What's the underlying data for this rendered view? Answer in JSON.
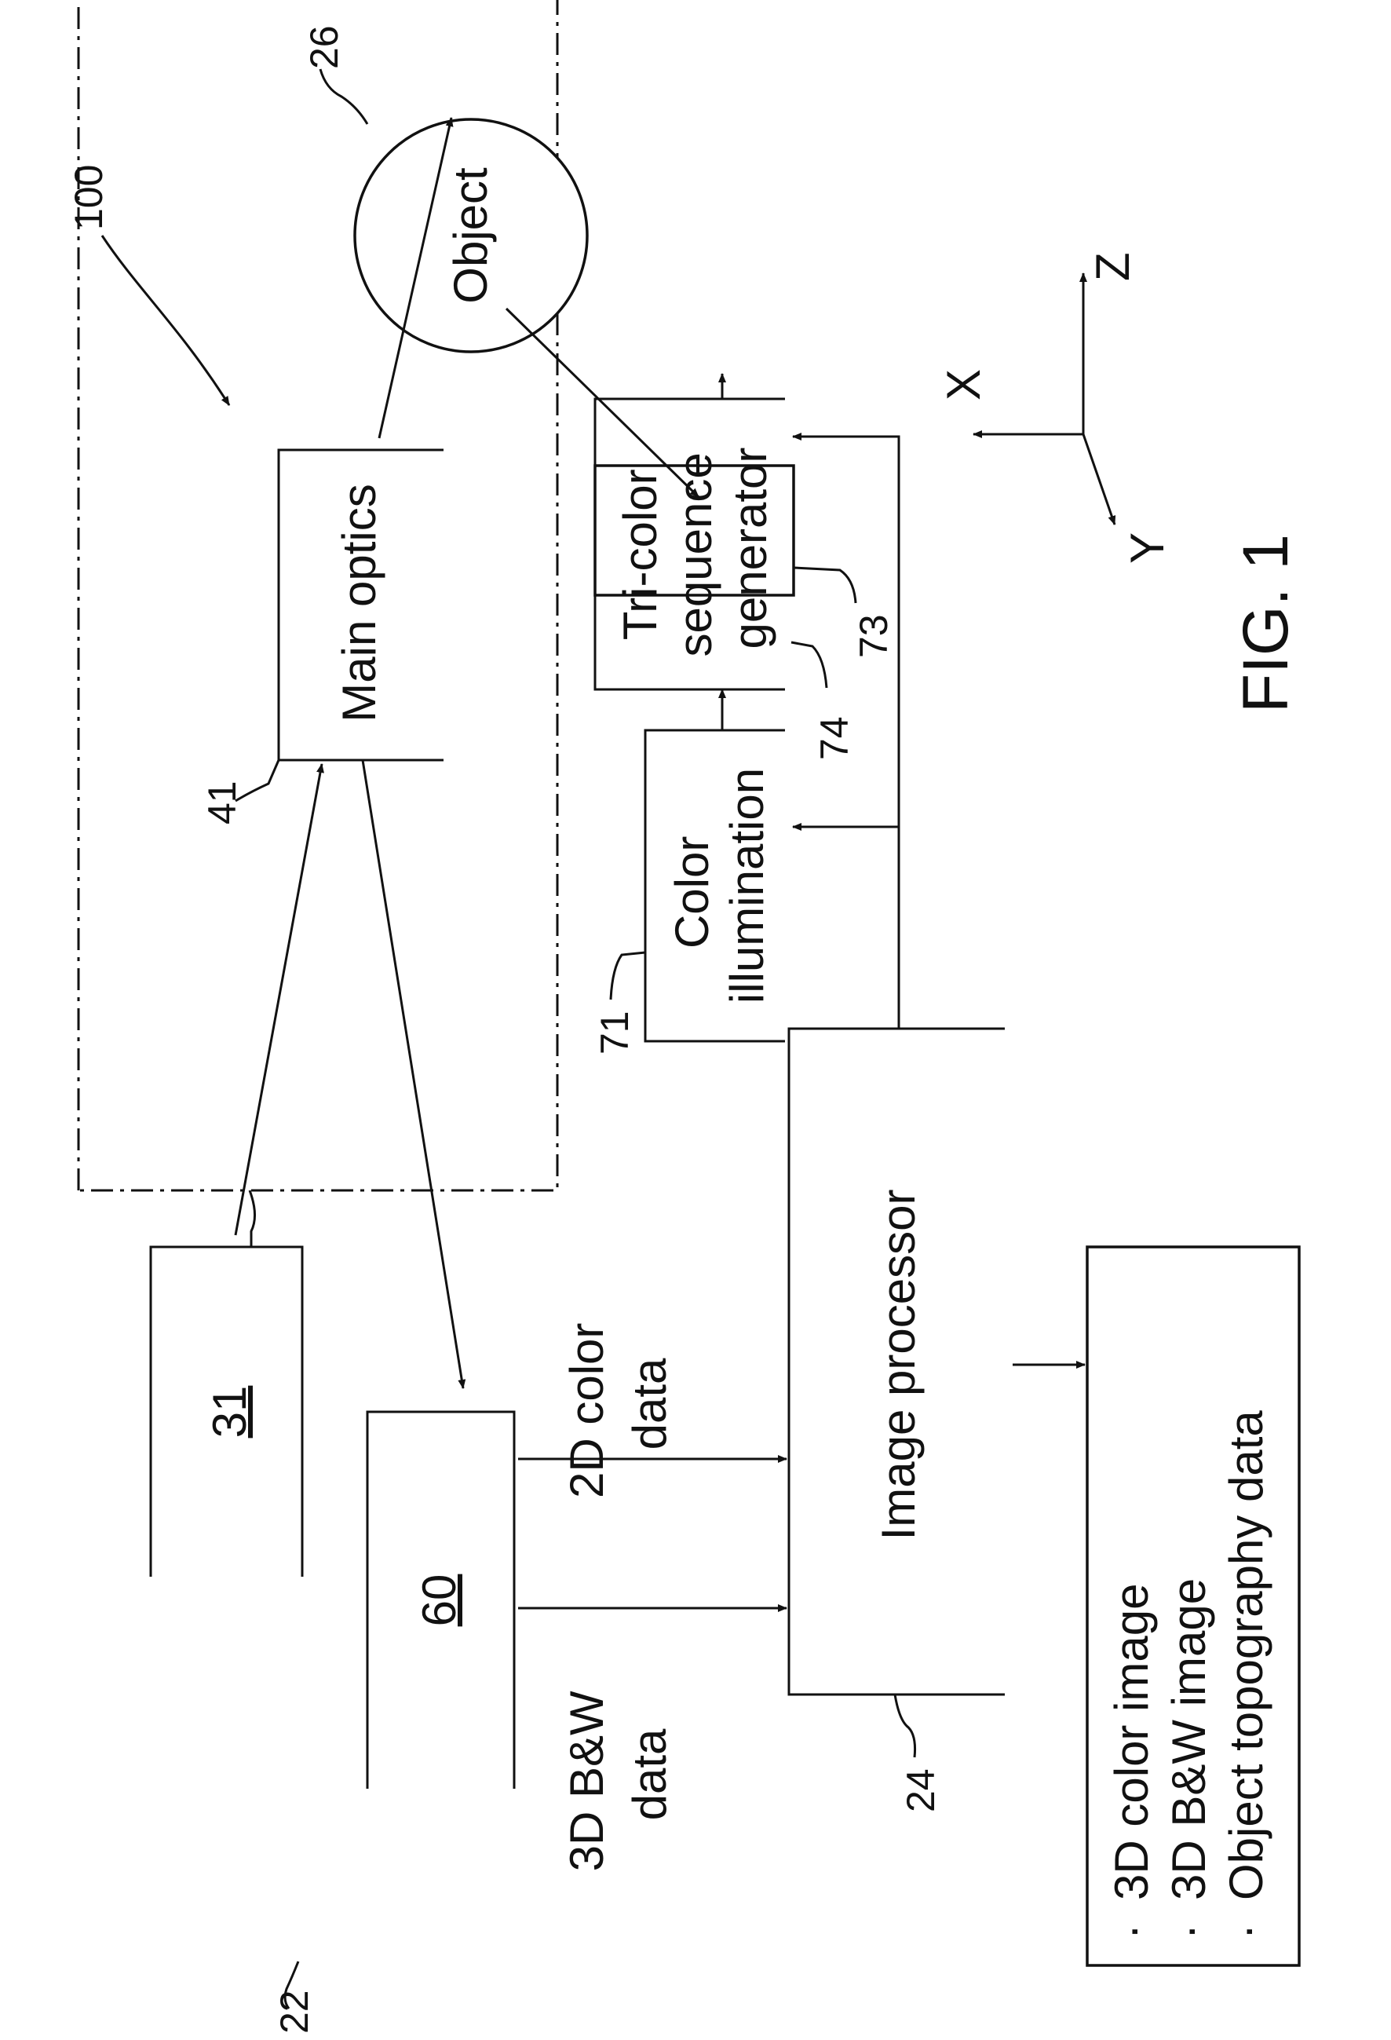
{
  "figure": {
    "caption": "FIG. 1"
  },
  "refs": {
    "system": "100",
    "scanner": "22",
    "processor": "24",
    "object": "26",
    "source": "31",
    "optics": "41",
    "detector": "60",
    "illumination": "71",
    "lens": "73",
    "generator": "74"
  },
  "blocks": {
    "object": "Object",
    "main_optics": "Main optics",
    "source": "31",
    "detector": "60",
    "color_illumination": [
      "Color",
      "illumination"
    ],
    "tri_color": [
      "Tri-color",
      "sequence",
      "generator"
    ],
    "image_processor": "Image processor",
    "outputs": [
      "3D color image",
      "3D B&W image",
      "Object topography data"
    ]
  },
  "signals": {
    "color2d": [
      "2D color",
      "data"
    ],
    "bw3d": [
      "3D B&W",
      "data"
    ]
  },
  "axes": {
    "x": "X",
    "y": "Y",
    "z": "Z"
  }
}
